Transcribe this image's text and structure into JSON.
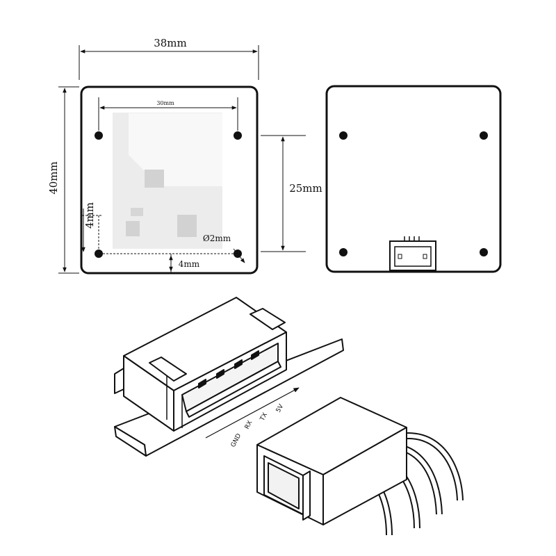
{
  "dimensions": {
    "width": "38mm",
    "height": "40mm",
    "inner_width": "30mm",
    "hole_spacing": "25mm",
    "left_margin": "4mm",
    "bottom_margin": "4mm",
    "hole_diameter": "Ø2mm"
  },
  "pins": [
    "GND",
    "RX",
    "TX",
    "5V"
  ],
  "colors": {
    "line": "#111111",
    "board_fill": "#ffffff",
    "chip_area": "#ebebeb",
    "component": "#d0d0d0",
    "hole": "#111111"
  }
}
